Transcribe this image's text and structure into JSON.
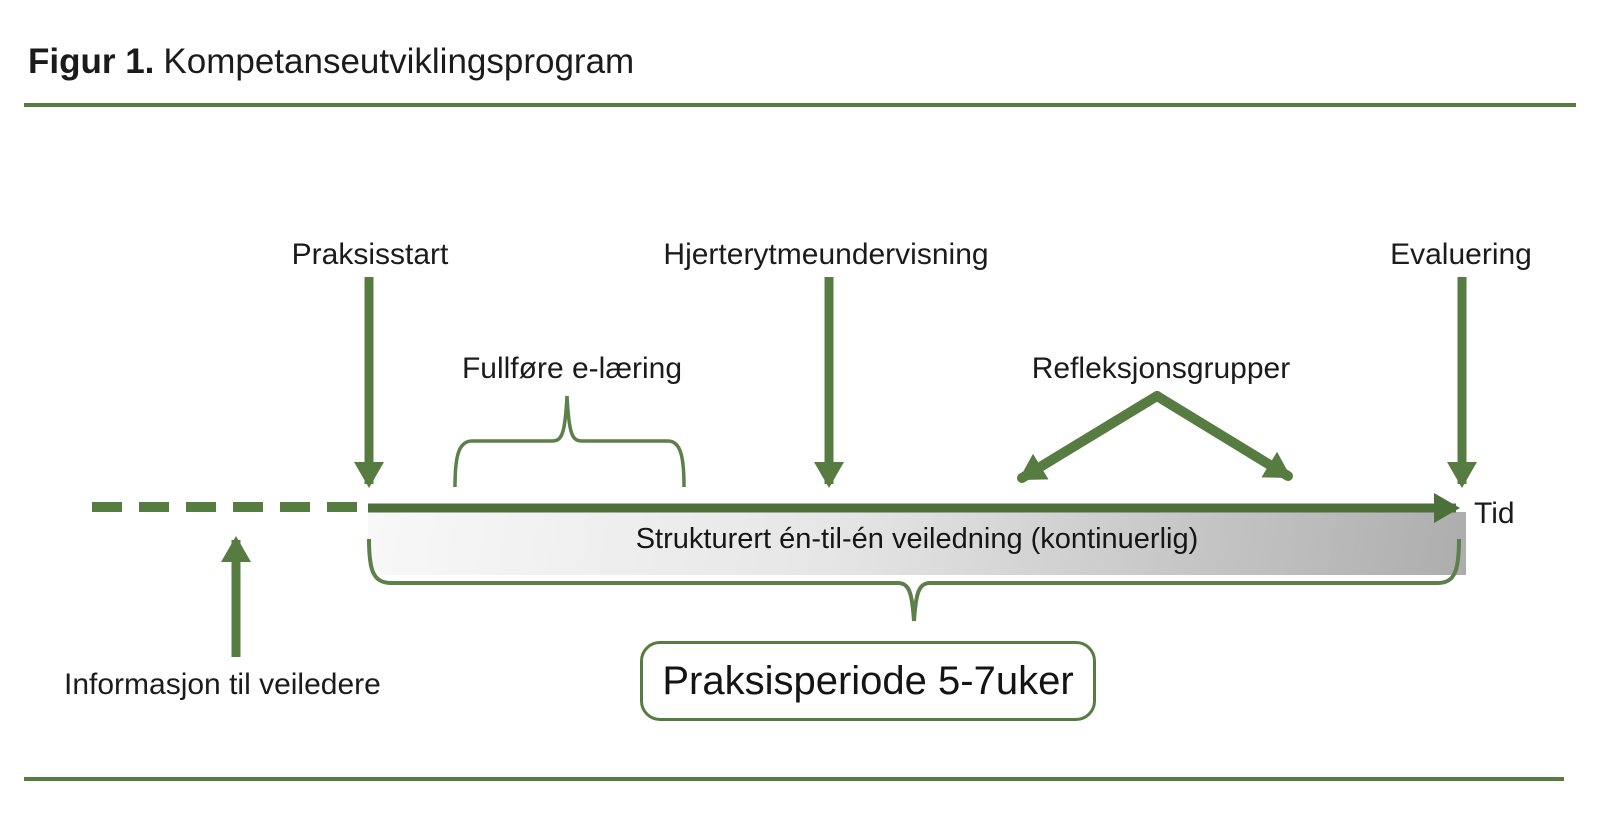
{
  "caption": {
    "label": "Figur 1.",
    "title": "Kompetanseutviklingsprogram"
  },
  "labels": {
    "praksisstart": "Praksisstart",
    "hjerterytmeundervisning": "Hjerterytmeundervisning",
    "evaluering": "Evaluering",
    "fullfore_elaering": "Fullføre e-læring",
    "refleksjonsgrupper": "Refleksjonsgrupper",
    "informasjon_til_veiledere": "Informasjon til veiledere",
    "tid": "Tid",
    "strukturert_veiledning": "Strukturert én-til-én veiledning (kontinuerlig)",
    "praksisperiode": "Praksisperiode 5-7uker"
  },
  "colors": {
    "accent_green": "#567c41",
    "timeline_green": "#4d6f3a",
    "brace_green": "#5d7f4a",
    "text_black": "#1b1b1b",
    "bar_gradient_light": "#f8f8f8",
    "bar_gradient_dark": "#adadad"
  }
}
